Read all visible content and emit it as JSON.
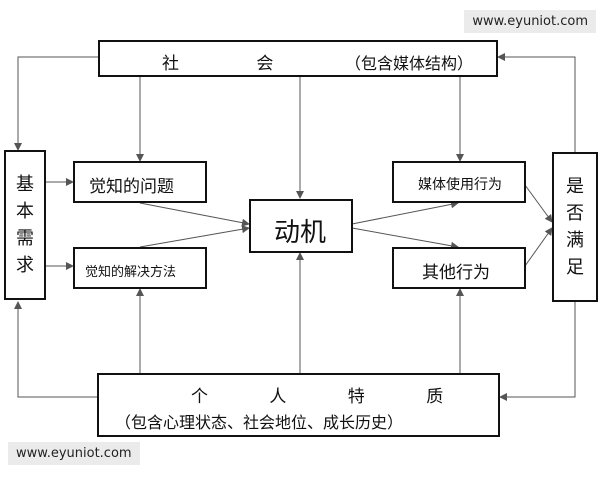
{
  "watermark": {
    "top_right": "www.eyuniot.com",
    "bottom_left": "www.eyuniot.com"
  },
  "nodes": {
    "society": {
      "left": "社 会",
      "right": "（包含媒体结构）"
    },
    "basic_needs": {
      "chars": [
        "基",
        "本",
        "需",
        "求"
      ]
    },
    "perceived_problem": {
      "label": "觉知的问题"
    },
    "perceived_solution": {
      "label": "觉知的解决方法"
    },
    "motive": {
      "label": "动机"
    },
    "media_use": {
      "label": "媒体使用行为"
    },
    "other_behavior": {
      "label": "其他行为"
    },
    "satisfied": {
      "chars": [
        "是",
        "否",
        "满",
        "足"
      ]
    },
    "personal": {
      "line1": "个 人 特 质",
      "line2": "（包含心理状态、社会地位、成长历史）"
    }
  }
}
